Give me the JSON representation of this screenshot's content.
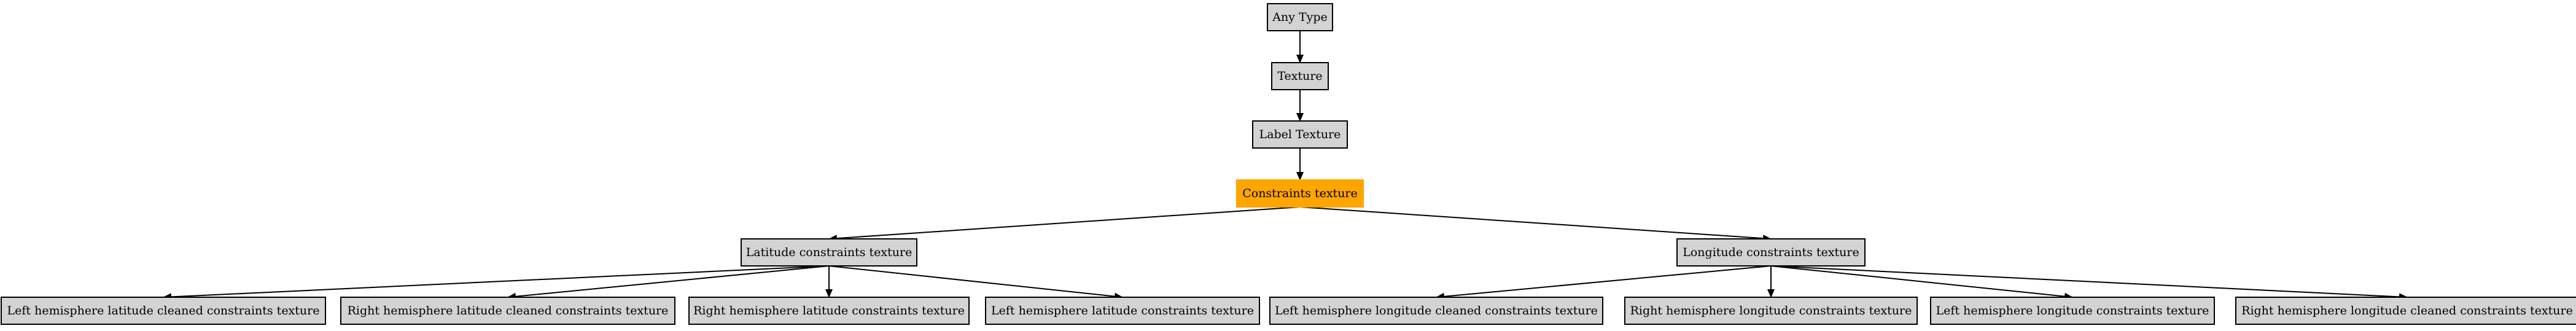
{
  "colors": {
    "node_fill": "#d3d3d3",
    "highlight_fill": "#ffa500",
    "stroke": "#000000",
    "edge": "#000000"
  },
  "nodes": {
    "any_type": "Any Type",
    "texture": "Texture",
    "label_texture": "Label Texture",
    "constraints_texture": "Constraints texture",
    "latitude_constraints_texture": "Latitude constraints texture",
    "longitude_constraints_texture": "Longitude constraints texture",
    "lh_lat_cleaned": "Left hemisphere latitude cleaned constraints texture",
    "rh_lat_cleaned": "Right hemisphere latitude cleaned constraints texture",
    "rh_lat": "Right hemisphere latitude constraints texture",
    "lh_lat": "Left hemisphere latitude constraints texture",
    "lh_lon_cleaned": "Left hemisphere longitude cleaned constraints texture",
    "rh_lon": "Right hemisphere longitude constraints texture",
    "lh_lon": "Left hemisphere longitude constraints texture",
    "rh_lon_cleaned": "Right hemisphere longitude cleaned constraints texture"
  },
  "edges": [
    [
      "any_type",
      "texture"
    ],
    [
      "texture",
      "label_texture"
    ],
    [
      "label_texture",
      "constraints_texture"
    ],
    [
      "constraints_texture",
      "latitude_constraints_texture"
    ],
    [
      "constraints_texture",
      "longitude_constraints_texture"
    ],
    [
      "latitude_constraints_texture",
      "lh_lat_cleaned"
    ],
    [
      "latitude_constraints_texture",
      "rh_lat_cleaned"
    ],
    [
      "latitude_constraints_texture",
      "rh_lat"
    ],
    [
      "latitude_constraints_texture",
      "lh_lat"
    ],
    [
      "longitude_constraints_texture",
      "lh_lon_cleaned"
    ],
    [
      "longitude_constraints_texture",
      "rh_lon"
    ],
    [
      "longitude_constraints_texture",
      "lh_lon"
    ],
    [
      "longitude_constraints_texture",
      "rh_lon_cleaned"
    ]
  ],
  "highlighted": [
    "constraints_texture"
  ]
}
